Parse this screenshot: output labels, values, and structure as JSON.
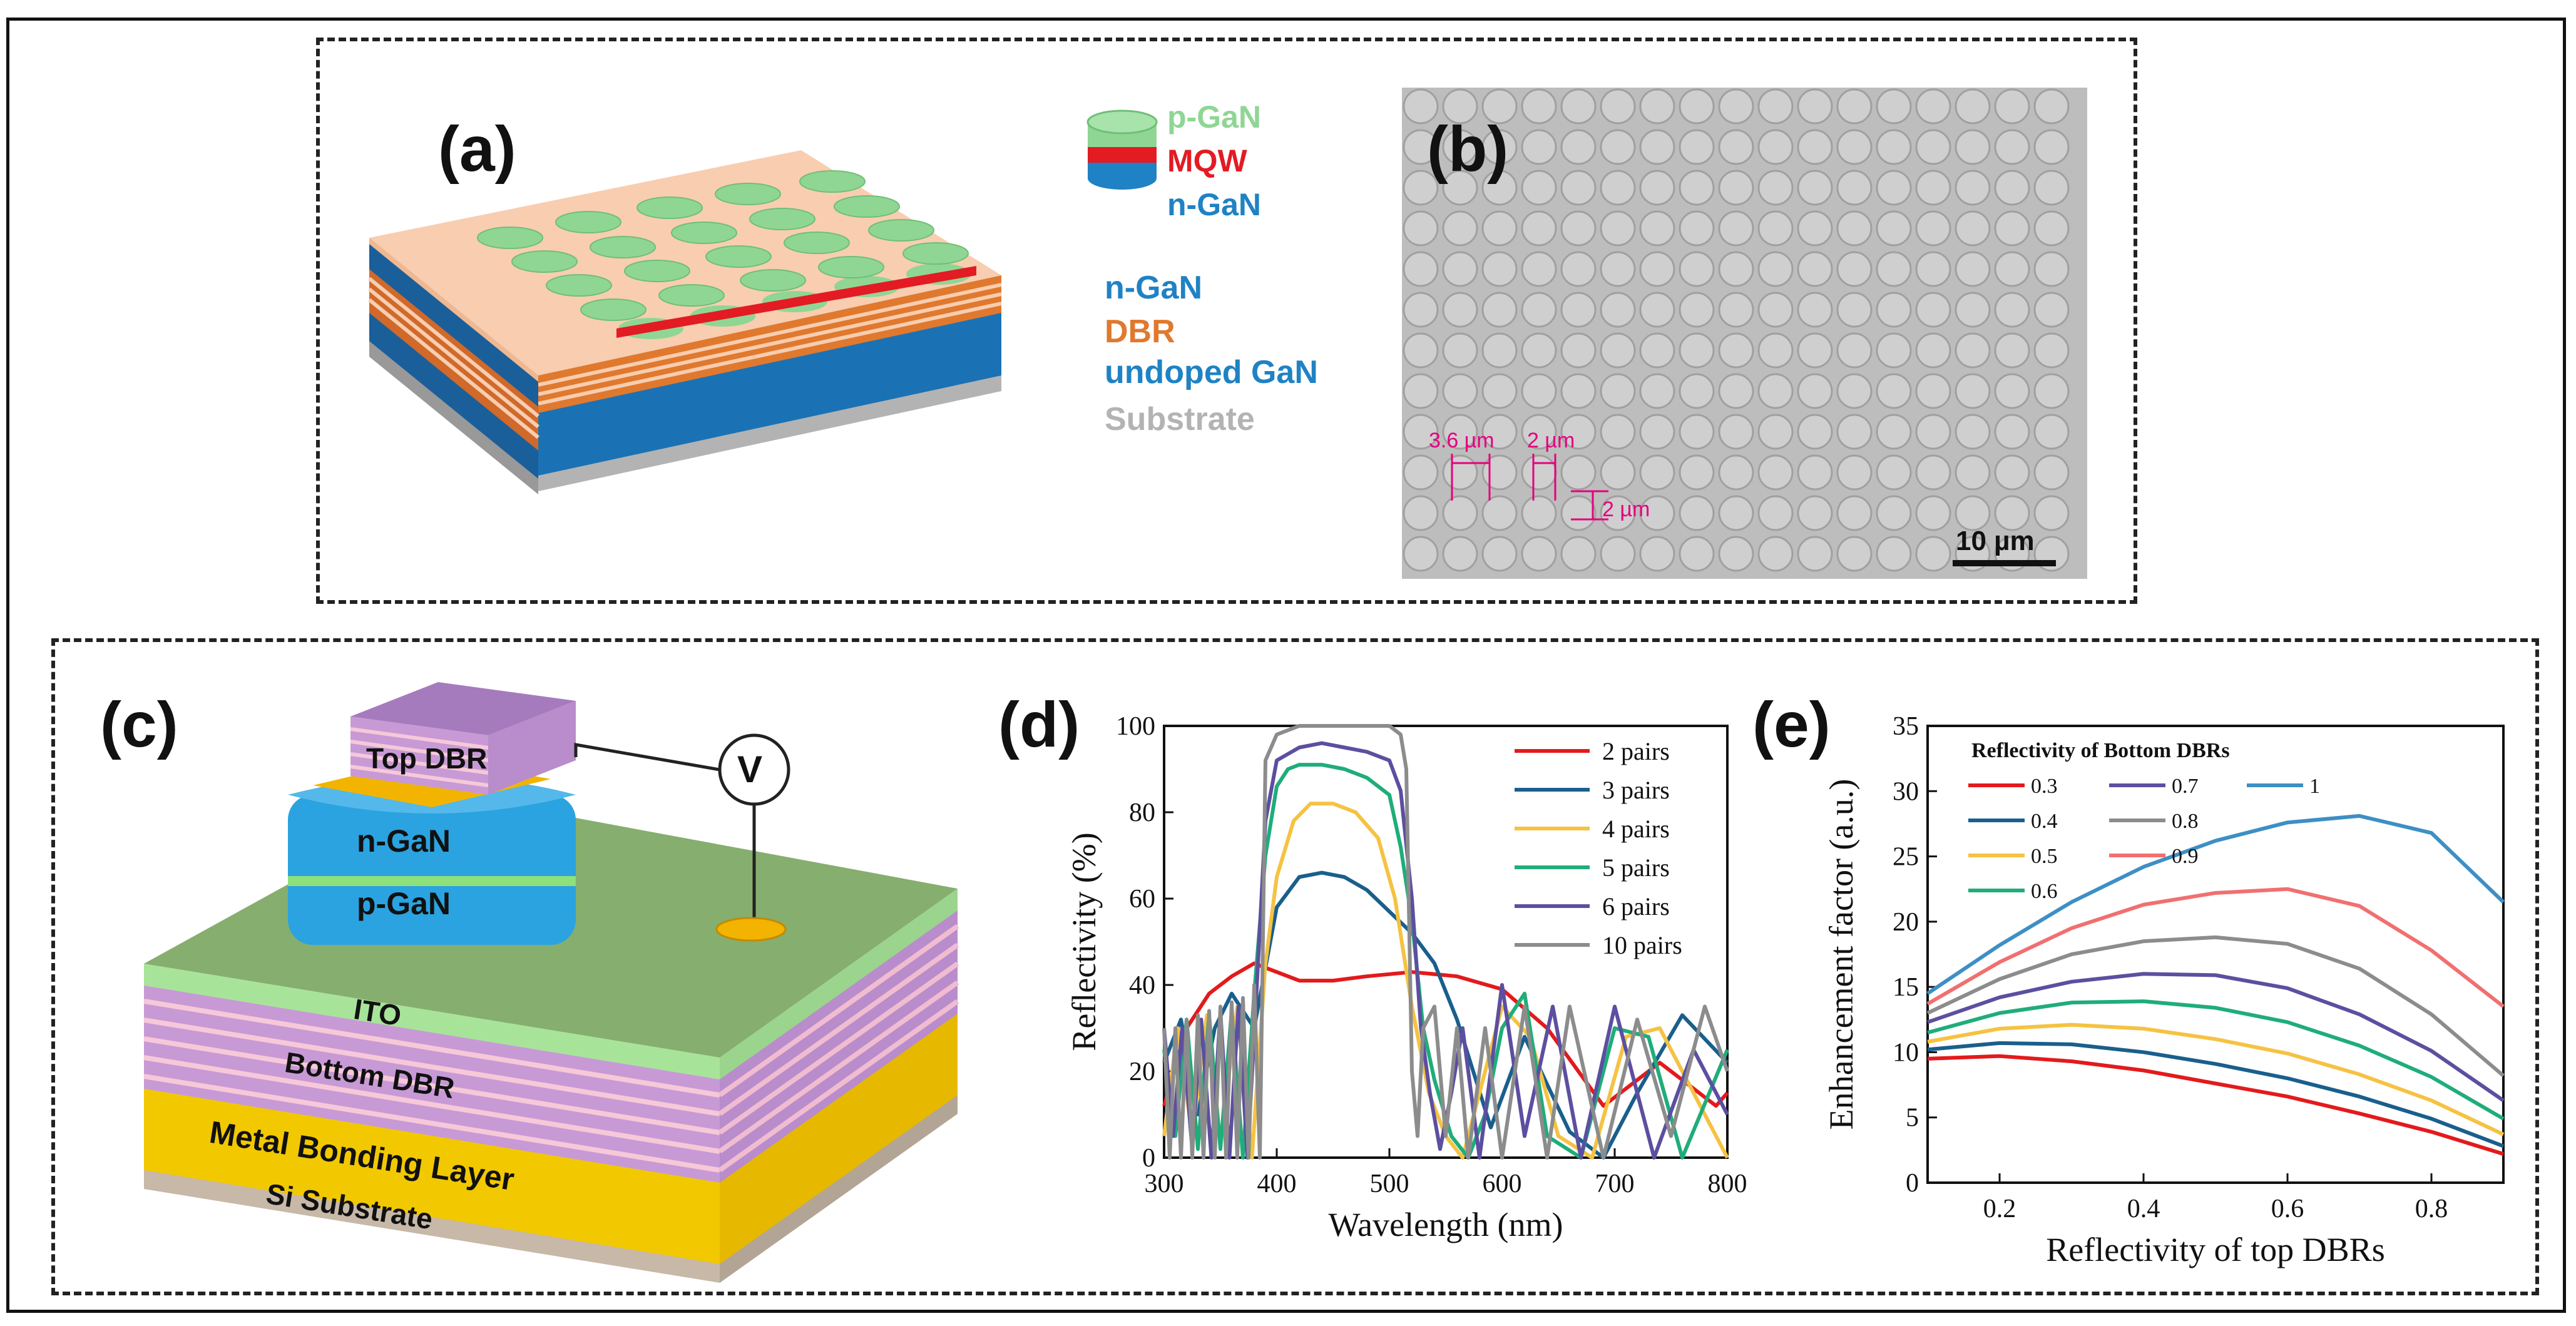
{
  "panels": {
    "a": {
      "label": "(a)",
      "legend": {
        "p": "p-GaN",
        "mqw": "MQW",
        "n": "n-GaN"
      },
      "layers": {
        "ngan": "n-GaN",
        "dbr": "DBR",
        "undoped": "undoped GaN",
        "substrate": "Substrate"
      },
      "colors": {
        "pgan": "#8fd694",
        "mqw": "#e31b23",
        "ngan": "#1f82c4",
        "dbr": "#e0792e",
        "top": "#f8cdb0",
        "substrate": "#b3b3b3",
        "undoped": "#1a72b5"
      }
    },
    "b": {
      "label": "(b)",
      "pitch": "3.6 µm",
      "gap_h": "2 µm",
      "gap_v": "2 µm",
      "scalebar": "10 µm",
      "annotation_color": "#e6007e"
    },
    "c": {
      "label": "(c)",
      "top_dbr": "Top DBR",
      "ngan": "n-GaN",
      "pgan": "p-GaN",
      "voltage": "V",
      "ito": "ITO",
      "bottom_dbr": "Bottom DBR",
      "metal": "Metal Bonding Layer",
      "substrate": "Si Substrate"
    },
    "d": {
      "label": "(d)"
    },
    "e": {
      "label": "(e)"
    }
  },
  "chart_data": [
    {
      "id": "d",
      "type": "line",
      "xlabel": "Wavelength (nm)",
      "ylabel": "Reflectivity (%)",
      "xlim": [
        300,
        800
      ],
      "ylim": [
        0,
        100
      ],
      "xticks": [
        300,
        400,
        500,
        600,
        700,
        800
      ],
      "yticks": [
        0,
        20,
        40,
        60,
        80,
        100
      ],
      "legend_position": "top-right",
      "series": [
        {
          "name": "2 pairs",
          "color": "#e31a1c",
          "x": [
            300,
            320,
            340,
            360,
            380,
            390,
            420,
            450,
            480,
            520,
            560,
            600,
            640,
            690,
            740,
            790,
            800
          ],
          "y": [
            12,
            30,
            38,
            42,
            45,
            44,
            41,
            41,
            42,
            43,
            42,
            39,
            30,
            12,
            22,
            12,
            15
          ]
        },
        {
          "name": "3 pairs",
          "color": "#1a5f8c",
          "x": [
            300,
            315,
            330,
            345,
            360,
            380,
            400,
            420,
            440,
            460,
            480,
            500,
            520,
            540,
            560,
            590,
            620,
            660,
            690,
            720,
            760,
            800
          ],
          "y": [
            22,
            32,
            10,
            30,
            38,
            30,
            58,
            65,
            66,
            65,
            62,
            57,
            52,
            45,
            32,
            7,
            28,
            6,
            0,
            15,
            33,
            22
          ]
        },
        {
          "name": "4 pairs",
          "color": "#f5c242",
          "x": [
            300,
            312,
            325,
            338,
            350,
            365,
            378,
            390,
            400,
            415,
            430,
            450,
            470,
            490,
            505,
            520,
            535,
            550,
            565,
            580,
            600,
            625,
            650,
            680,
            710,
            740,
            770,
            800
          ],
          "y": [
            5,
            30,
            5,
            33,
            3,
            35,
            0,
            45,
            65,
            78,
            82,
            82,
            80,
            74,
            60,
            35,
            15,
            5,
            0,
            15,
            35,
            28,
            5,
            0,
            28,
            30,
            15,
            0
          ]
        },
        {
          "name": "5 pairs",
          "color": "#1fad7a",
          "x": [
            300,
            310,
            320,
            330,
            340,
            350,
            360,
            370,
            380,
            390,
            400,
            410,
            420,
            440,
            460,
            480,
            500,
            510,
            520,
            530,
            540,
            555,
            570,
            585,
            600,
            620,
            640,
            670,
            700,
            730,
            760,
            800
          ],
          "y": [
            25,
            5,
            32,
            2,
            33,
            2,
            34,
            0,
            38,
            70,
            86,
            90,
            91,
            91,
            90,
            88,
            84,
            72,
            55,
            30,
            18,
            5,
            0,
            10,
            30,
            38,
            5,
            0,
            30,
            28,
            0,
            25
          ]
        },
        {
          "name": "6 pairs",
          "color": "#5c4fa0",
          "x": [
            300,
            308,
            316,
            325,
            333,
            342,
            350,
            358,
            366,
            374,
            382,
            390,
            400,
            420,
            440,
            460,
            480,
            500,
            510,
            520,
            528,
            536,
            545,
            555,
            565,
            580,
            600,
            620,
            645,
            670,
            700,
            735,
            770,
            800
          ],
          "y": [
            30,
            5,
            30,
            2,
            32,
            0,
            34,
            0,
            35,
            0,
            38,
            78,
            92,
            95,
            96,
            95,
            94,
            92,
            85,
            60,
            30,
            15,
            2,
            15,
            30,
            0,
            40,
            5,
            35,
            0,
            35,
            0,
            25,
            10
          ]
        },
        {
          "name": "10 pairs",
          "color": "#8c8c8c",
          "x": [
            300,
            305,
            310,
            315,
            320,
            325,
            330,
            335,
            340,
            345,
            350,
            355,
            360,
            365,
            370,
            375,
            380,
            385,
            390,
            400,
            420,
            440,
            460,
            480,
            500,
            510,
            515,
            520,
            525,
            530,
            540,
            550,
            560,
            570,
            585,
            600,
            620,
            640,
            660,
            690,
            720,
            750,
            780,
            800
          ],
          "y": [
            30,
            0,
            30,
            0,
            32,
            0,
            33,
            0,
            34,
            0,
            35,
            0,
            36,
            0,
            37,
            0,
            40,
            0,
            92,
            98,
            100,
            100,
            100,
            100,
            100,
            98,
            90,
            20,
            5,
            30,
            35,
            5,
            30,
            0,
            30,
            0,
            35,
            0,
            35,
            0,
            32,
            5,
            35,
            20
          ]
        }
      ]
    },
    {
      "id": "e",
      "type": "line",
      "xlabel": "Reflectivity of top DBRs",
      "ylabel": "Enhancement factor (a.u.)",
      "xlim": [
        0.1,
        0.9
      ],
      "ylim": [
        0,
        35
      ],
      "xticks": [
        0.2,
        0.4,
        0.6,
        0.8
      ],
      "yticks": [
        0,
        5,
        10,
        15,
        20,
        25,
        30,
        35
      ],
      "legend_title": "Reflectivity of Bottom DBRs",
      "legend_position": "top-left",
      "series": [
        {
          "name": "0.3",
          "color": "#e31a1c",
          "x": [
            0.1,
            0.2,
            0.3,
            0.4,
            0.5,
            0.6,
            0.7,
            0.8,
            0.9
          ],
          "y": [
            9.5,
            9.7,
            9.3,
            8.6,
            7.6,
            6.6,
            5.3,
            3.9,
            2.2
          ]
        },
        {
          "name": "0.4",
          "color": "#1a5f8c",
          "x": [
            0.1,
            0.2,
            0.3,
            0.4,
            0.5,
            0.6,
            0.7,
            0.8,
            0.9
          ],
          "y": [
            10.2,
            10.7,
            10.6,
            10.0,
            9.1,
            8.0,
            6.6,
            4.9,
            2.8
          ]
        },
        {
          "name": "0.5",
          "color": "#f5c242",
          "x": [
            0.1,
            0.2,
            0.3,
            0.4,
            0.5,
            0.6,
            0.7,
            0.8,
            0.9
          ],
          "y": [
            10.8,
            11.8,
            12.1,
            11.8,
            11.0,
            9.9,
            8.3,
            6.3,
            3.7
          ]
        },
        {
          "name": "0.6",
          "color": "#1fad7a",
          "x": [
            0.1,
            0.2,
            0.3,
            0.4,
            0.5,
            0.6,
            0.7,
            0.8,
            0.9
          ],
          "y": [
            11.5,
            13.0,
            13.8,
            13.9,
            13.4,
            12.3,
            10.5,
            8.1,
            4.9
          ]
        },
        {
          "name": "0.7",
          "color": "#5c4fa0",
          "x": [
            0.1,
            0.2,
            0.3,
            0.4,
            0.5,
            0.6,
            0.7,
            0.8,
            0.9
          ],
          "y": [
            12.3,
            14.2,
            15.4,
            16.0,
            15.9,
            14.9,
            12.9,
            10.1,
            6.3
          ]
        },
        {
          "name": "0.8",
          "color": "#8c8c8c",
          "x": [
            0.1,
            0.2,
            0.3,
            0.4,
            0.5,
            0.6,
            0.7,
            0.8,
            0.9
          ],
          "y": [
            13.0,
            15.6,
            17.5,
            18.5,
            18.8,
            18.3,
            16.4,
            12.9,
            8.2
          ]
        },
        {
          "name": "0.9",
          "color": "#f07070",
          "x": [
            0.1,
            0.2,
            0.3,
            0.4,
            0.5,
            0.6,
            0.7,
            0.8,
            0.9
          ],
          "y": [
            13.7,
            16.9,
            19.5,
            21.3,
            22.2,
            22.5,
            21.2,
            17.8,
            13.5
          ]
        },
        {
          "name": "1",
          "color": "#3d8fc4",
          "x": [
            0.1,
            0.2,
            0.3,
            0.4,
            0.5,
            0.6,
            0.7,
            0.8,
            0.9
          ],
          "y": [
            14.5,
            18.2,
            21.5,
            24.2,
            26.2,
            27.6,
            28.1,
            26.8,
            21.5
          ]
        }
      ]
    }
  ]
}
